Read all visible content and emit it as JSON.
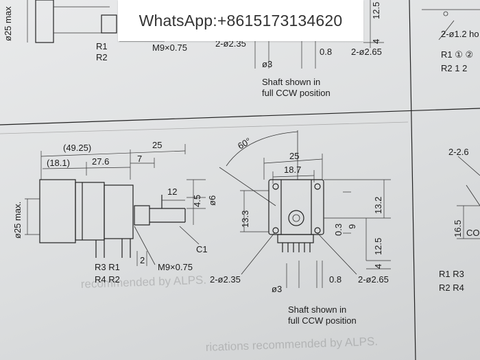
{
  "banner": {
    "text": "WhatsApp:+8615173134620"
  },
  "top_fragments": {
    "d25_max": "ø25 max",
    "r1": "R1",
    "r2": "R2",
    "thread": "M9×0.75",
    "hole_left": "2-ø2.35",
    "dim_4": "4",
    "dim_12_5": "12.5",
    "d3": "ø3",
    "dim_0_8": "0.8",
    "hole_right": "2-ø2.65",
    "shaft_line1": "Shaft shown in",
    "shaft_line2": "full CCW position",
    "hole_1_2": "2-ø1.2 ho",
    "r1_circles": "R1 ① ②",
    "r2_nums": "R2 1 2"
  },
  "side_view": {
    "dim_49_25": "(49.25)",
    "dim_25": "25",
    "dim_18_1": "(18.1)",
    "dim_27_6": "27.6",
    "dim_7": "7",
    "dim_12": "12",
    "dim_4_5": "4.5",
    "dim_d6": "ø6",
    "d25_max": "ø25 max.",
    "c1": "C1",
    "r3r1": "R3 R1",
    "r4r2": "R4 R2",
    "dim_2": "2",
    "thread": "M9×0.75"
  },
  "front_view": {
    "angle": "60°",
    "dim_25": "25",
    "dim_18_7": "18.7",
    "dim_13_3": "13.3",
    "dim_13_2": "13.2",
    "dim_0_3": "0.3",
    "dim_9": "9",
    "dim_12_5": "12.5",
    "dim_4": "4",
    "hole_left": "2-ø2.35",
    "d3": "ø3",
    "dim_0_8": "0.8",
    "hole_right": "2-ø2.65",
    "shaft_line1": "Shaft shown in",
    "shaft_line2": "full CCW position"
  },
  "right_fragments": {
    "hole": "2-2.6",
    "dim_16_5": "16.5",
    "co": "CO",
    "r1r3": "R1 R3",
    "r2r4": "R2 R4"
  },
  "bottom_faded": {
    "line1": "recommended by ALPS.",
    "line2": "rications recommended by ALPS."
  }
}
